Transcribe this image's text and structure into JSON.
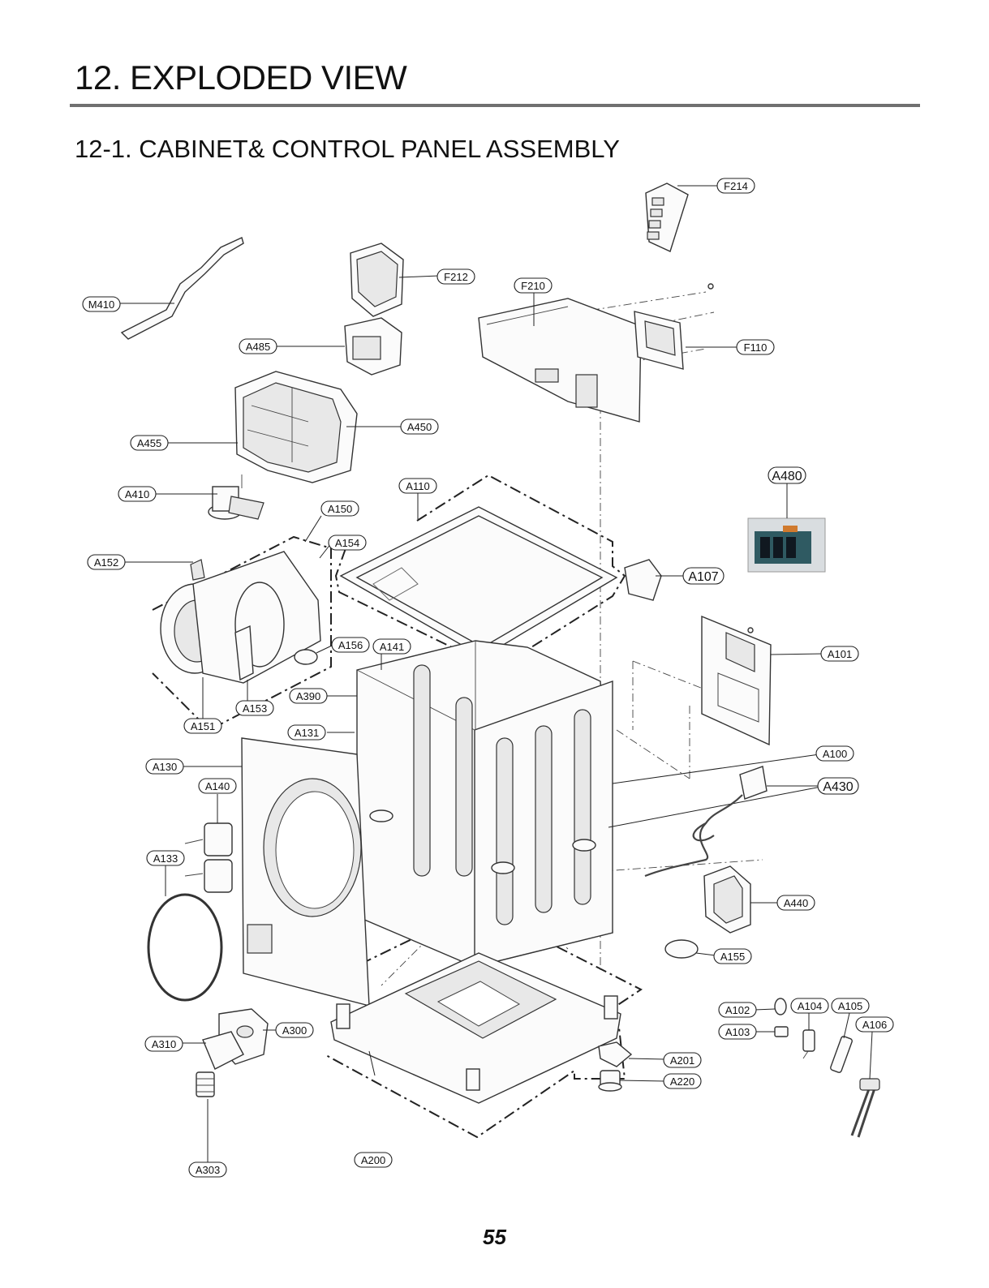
{
  "header": {
    "title": "12. EXPLODED VIEW",
    "subtitle": "12-1. CABINET& CONTROL PANEL ASSEMBLY"
  },
  "diagram": {
    "part_labels": [
      "F214",
      "F212",
      "F210",
      "M410",
      "A485",
      "F110",
      "A450",
      "A455",
      "A480",
      "A110",
      "A410",
      "A150",
      "A154",
      "A152",
      "A107",
      "A156",
      "A141",
      "A101",
      "A390",
      "A153",
      "A151",
      "A131",
      "A100",
      "A130",
      "A430",
      "A140",
      "A133",
      "A440",
      "A155",
      "A102",
      "A104",
      "A105",
      "A106",
      "A103",
      "A300",
      "A310",
      "A201",
      "A220",
      "A200",
      "A303"
    ]
  },
  "footer": {
    "page_number": "55"
  }
}
